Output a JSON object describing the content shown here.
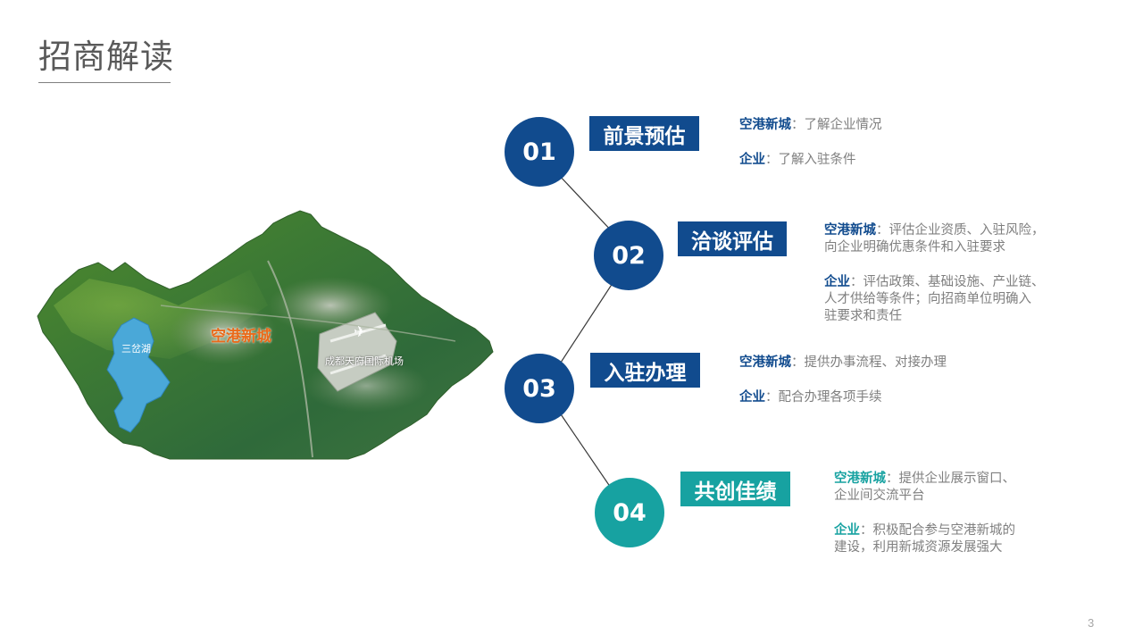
{
  "page": {
    "title": "招商解读",
    "page_number": "3"
  },
  "colors": {
    "navy": "#114b8e",
    "teal": "#17a2a1",
    "text_gray": "#7f7f7f",
    "orange": "#ea6a1a"
  },
  "map": {
    "lake_label": "三岔湖",
    "city_label": "空港新城",
    "airport_label": "成都天府国际机场",
    "airport_icon": "airplane-icon"
  },
  "steps": [
    {
      "number": "01",
      "title": "前景预估",
      "lines": [
        {
          "who": "空港新城",
          "sep": "：",
          "text": "了解企业情况"
        },
        {
          "who": "企业",
          "sep": "：",
          "text": "了解入驻条件"
        }
      ]
    },
    {
      "number": "02",
      "title": "洽谈评估",
      "lines": [
        {
          "who": "空港新城",
          "sep": "：",
          "text": "评估企业资质、入驻风险，",
          "cont": [
            "向企业明确优惠条件和入驻要求"
          ]
        },
        {
          "who": "企业",
          "sep": "：",
          "text": "评估政策、基础设施、产业链、",
          "cont": [
            "人才供给等条件；向招商单位明确入",
            "驻要求和责任"
          ]
        }
      ]
    },
    {
      "number": "03",
      "title": "入驻办理",
      "lines": [
        {
          "who": "空港新城",
          "sep": "：",
          "text": "提供办事流程、对接办理"
        },
        {
          "who": "企业",
          "sep": "：",
          "text": "配合办理各项手续"
        }
      ]
    },
    {
      "number": "04",
      "title": "共创佳绩",
      "lines": [
        {
          "who": "空港新城",
          "sep": "：",
          "text": "提供企业展示窗口、",
          "cont": [
            "企业间交流平台"
          ]
        },
        {
          "who": "企业",
          "sep": "：",
          "text": "积极配合参与空港新城的",
          "cont": [
            "建设，利用新城资源发展强大"
          ]
        }
      ]
    }
  ]
}
